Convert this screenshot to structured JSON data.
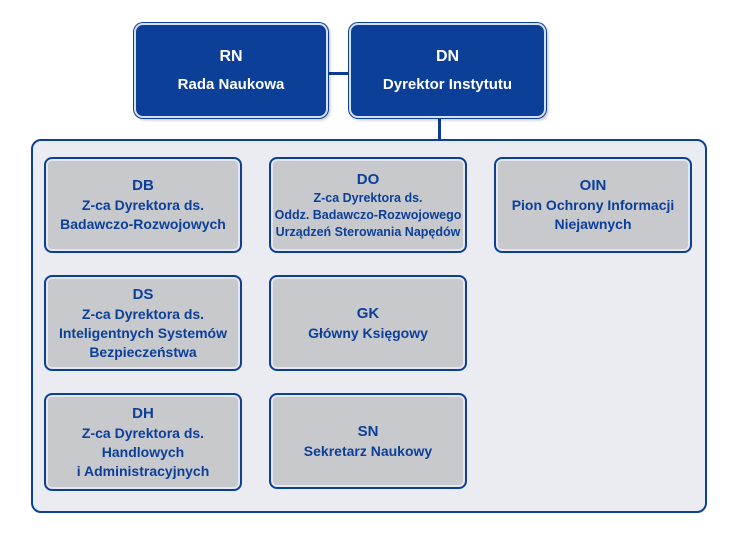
{
  "top": {
    "rn": {
      "code": "RN",
      "title": "Rada Naukowa"
    },
    "dn": {
      "code": "DN",
      "title": "Dyrektor Instytutu"
    }
  },
  "units": {
    "db": {
      "code": "DB",
      "lines": [
        "Z-ca Dyrektora ds.",
        "Badawczo-Rozwojowych"
      ]
    },
    "do": {
      "code": "DO",
      "lines": [
        "Z-ca Dyrektora ds.",
        "Oddz. Badawczo-Rozwojowego",
        "Urządzeń Sterowania Napędów"
      ]
    },
    "oin": {
      "code": "OIN",
      "lines": [
        "Pion Ochrony Informacji",
        "Niejawnych"
      ]
    },
    "ds": {
      "code": "DS",
      "lines": [
        "Z-ca Dyrektora ds.",
        "Inteligentnych Systemów",
        "Bezpieczeństwa"
      ]
    },
    "gk": {
      "code": "GK",
      "lines": [
        "Główny Księgowy"
      ]
    },
    "dh": {
      "code": "DH",
      "lines": [
        "Z-ca Dyrektora ds.",
        "Handlowych",
        "i Administracyjnych"
      ]
    },
    "sn": {
      "code": "SN",
      "lines": [
        "Sekretarz Naukowy"
      ]
    }
  },
  "colors": {
    "dark_blue": "#0c3f98",
    "unit_fill": "#c8c9cd",
    "container_fill": "#ebecf2"
  }
}
